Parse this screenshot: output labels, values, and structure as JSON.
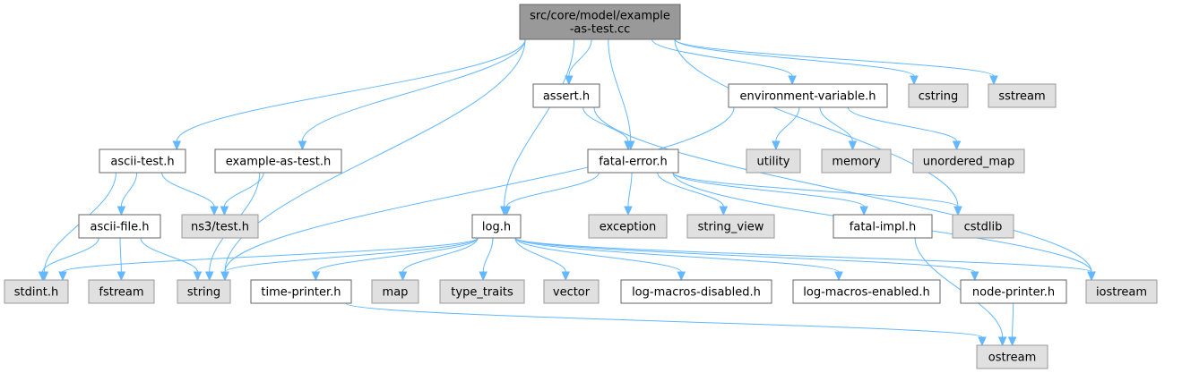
{
  "diagram": {
    "nodes": [
      {
        "id": "root",
        "label_lines": [
          "src/core/model/example",
          "-as-test.cc"
        ],
        "kind": "root"
      },
      {
        "id": "assert",
        "label_lines": [
          "assert.h"
        ],
        "kind": "file"
      },
      {
        "id": "envvar",
        "label_lines": [
          "environment-variable.h"
        ],
        "kind": "file"
      },
      {
        "id": "cstring",
        "label_lines": [
          "cstring"
        ],
        "kind": "sys"
      },
      {
        "id": "sstream",
        "label_lines": [
          "sstream"
        ],
        "kind": "sys"
      },
      {
        "id": "asciitest",
        "label_lines": [
          "ascii-test.h"
        ],
        "kind": "file"
      },
      {
        "id": "exastest",
        "label_lines": [
          "example-as-test.h"
        ],
        "kind": "file"
      },
      {
        "id": "fatalerror",
        "label_lines": [
          "fatal-error.h"
        ],
        "kind": "file"
      },
      {
        "id": "utility",
        "label_lines": [
          "utility"
        ],
        "kind": "sys"
      },
      {
        "id": "memory",
        "label_lines": [
          "memory"
        ],
        "kind": "sys"
      },
      {
        "id": "unordered_map",
        "label_lines": [
          "unordered_map"
        ],
        "kind": "sys"
      },
      {
        "id": "asciifile",
        "label_lines": [
          "ascii-file.h"
        ],
        "kind": "file"
      },
      {
        "id": "ns3test",
        "label_lines": [
          "ns3/test.h"
        ],
        "kind": "sys"
      },
      {
        "id": "log",
        "label_lines": [
          "log.h"
        ],
        "kind": "file"
      },
      {
        "id": "exception",
        "label_lines": [
          "exception"
        ],
        "kind": "sys"
      },
      {
        "id": "string_view",
        "label_lines": [
          "string_view"
        ],
        "kind": "sys"
      },
      {
        "id": "fatalimpl",
        "label_lines": [
          "fatal-impl.h"
        ],
        "kind": "file"
      },
      {
        "id": "cstdlib",
        "label_lines": [
          "cstdlib"
        ],
        "kind": "sys"
      },
      {
        "id": "stdint",
        "label_lines": [
          "stdint.h"
        ],
        "kind": "sys"
      },
      {
        "id": "fstream",
        "label_lines": [
          "fstream"
        ],
        "kind": "sys"
      },
      {
        "id": "string",
        "label_lines": [
          "string"
        ],
        "kind": "sys"
      },
      {
        "id": "timeprinter",
        "label_lines": [
          "time-printer.h"
        ],
        "kind": "file"
      },
      {
        "id": "map",
        "label_lines": [
          "map"
        ],
        "kind": "sys"
      },
      {
        "id": "type_traits",
        "label_lines": [
          "type_traits"
        ],
        "kind": "sys"
      },
      {
        "id": "vector",
        "label_lines": [
          "vector"
        ],
        "kind": "sys"
      },
      {
        "id": "logmacrosdisabled",
        "label_lines": [
          "log-macros-disabled.h"
        ],
        "kind": "file"
      },
      {
        "id": "logmacrosenabled",
        "label_lines": [
          "log-macros-enabled.h"
        ],
        "kind": "file"
      },
      {
        "id": "nodeprinter",
        "label_lines": [
          "node-printer.h"
        ],
        "kind": "file"
      },
      {
        "id": "iostream",
        "label_lines": [
          "iostream"
        ],
        "kind": "sys"
      },
      {
        "id": "ostream",
        "label_lines": [
          "ostream"
        ],
        "kind": "sys"
      }
    ],
    "edges": [
      {
        "from": "root",
        "to": "asciitest"
      },
      {
        "from": "root",
        "to": "exastest"
      },
      {
        "from": "root",
        "to": "string"
      },
      {
        "from": "root",
        "to": "log"
      },
      {
        "from": "root",
        "to": "assert"
      },
      {
        "from": "root",
        "to": "fatalerror"
      },
      {
        "from": "root",
        "to": "envvar"
      },
      {
        "from": "root",
        "to": "cstring"
      },
      {
        "from": "root",
        "to": "sstream"
      },
      {
        "from": "root",
        "to": "cstdlib"
      },
      {
        "from": "asciitest",
        "to": "asciifile"
      },
      {
        "from": "asciitest",
        "to": "ns3test"
      },
      {
        "from": "asciitest",
        "to": "stdint"
      },
      {
        "from": "exastest",
        "to": "ns3test"
      },
      {
        "from": "exastest",
        "to": "string"
      },
      {
        "from": "asciifile",
        "to": "stdint"
      },
      {
        "from": "asciifile",
        "to": "fstream"
      },
      {
        "from": "asciifile",
        "to": "string"
      },
      {
        "from": "assert",
        "to": "fatalerror"
      },
      {
        "from": "assert",
        "to": "iostream"
      },
      {
        "from": "envvar",
        "to": "string"
      },
      {
        "from": "envvar",
        "to": "utility"
      },
      {
        "from": "envvar",
        "to": "memory"
      },
      {
        "from": "envvar",
        "to": "unordered_map"
      },
      {
        "from": "fatalerror",
        "to": "log"
      },
      {
        "from": "fatalerror",
        "to": "exception"
      },
      {
        "from": "fatalerror",
        "to": "string_view"
      },
      {
        "from": "fatalerror",
        "to": "fatalimpl"
      },
      {
        "from": "fatalerror",
        "to": "cstdlib"
      },
      {
        "from": "fatalerror",
        "to": "iostream"
      },
      {
        "from": "fatalimpl",
        "to": "ostream"
      },
      {
        "from": "log",
        "to": "stdint"
      },
      {
        "from": "log",
        "to": "string"
      },
      {
        "from": "log",
        "to": "timeprinter"
      },
      {
        "from": "log",
        "to": "map"
      },
      {
        "from": "log",
        "to": "type_traits"
      },
      {
        "from": "log",
        "to": "vector"
      },
      {
        "from": "log",
        "to": "logmacrosdisabled"
      },
      {
        "from": "log",
        "to": "logmacrosenabled"
      },
      {
        "from": "log",
        "to": "nodeprinter"
      },
      {
        "from": "log",
        "to": "iostream"
      },
      {
        "from": "timeprinter",
        "to": "ostream"
      },
      {
        "from": "nodeprinter",
        "to": "ostream"
      }
    ]
  }
}
